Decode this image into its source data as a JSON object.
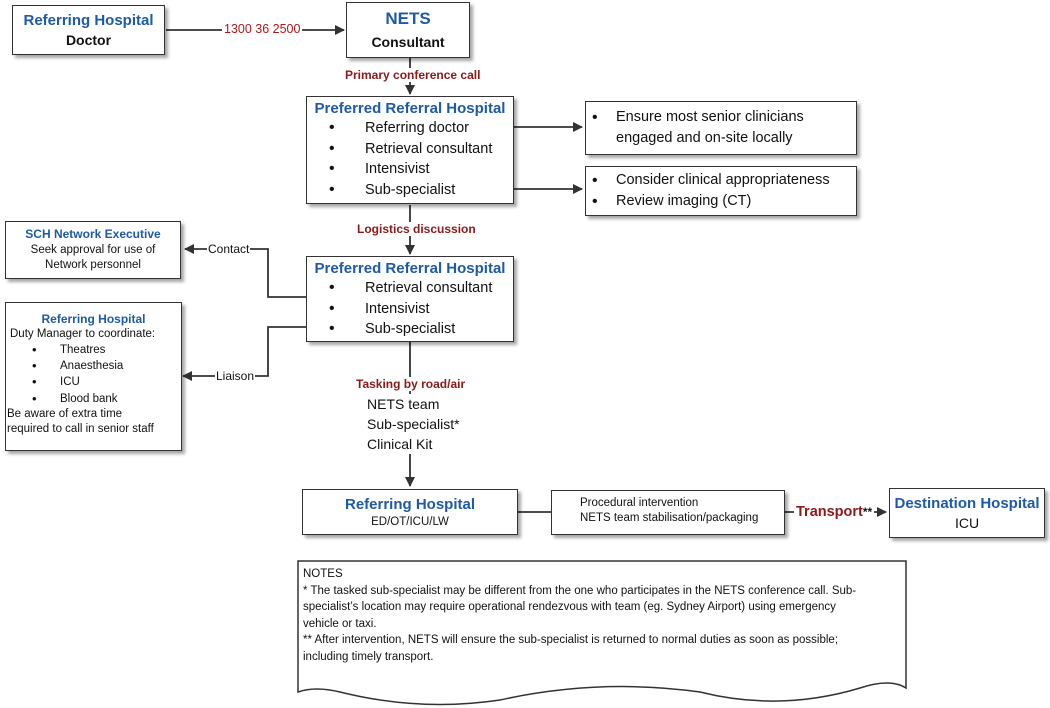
{
  "referring_doctor": {
    "title": "Referring Hospital",
    "subtitle": "Doctor"
  },
  "phone": "1300 36 2500",
  "nets": {
    "title": "NETS",
    "subtitle": "Consultant"
  },
  "primary_call": "Primary conference call",
  "prh1": {
    "title": "Preferred Referral Hospital",
    "items": [
      "Referring doctor",
      "Retrieval consultant",
      "Intensivist",
      "Sub-specialist"
    ]
  },
  "note_engage": [
    "Ensure most senior clinicians engaged and on-site locally"
  ],
  "note_clinical": [
    "Consider clinical appropriateness",
    "Review imaging (CT)"
  ],
  "logistics": "Logistics discussion",
  "sch": {
    "title": "SCH Network Executive",
    "lines": [
      "Seek approval for use of",
      "Network personnel"
    ]
  },
  "contact": "Contact",
  "prh2": {
    "title": "Preferred Referral Hospital",
    "items": [
      "Retrieval consultant",
      "Intensivist",
      "Sub-specialist"
    ]
  },
  "ref_hospital_left": {
    "title": "Referring Hospital",
    "intro": "Duty Manager to coordinate:",
    "items": [
      "Theatres",
      "Anaesthesia",
      "ICU",
      "Blood bank"
    ],
    "footer": [
      "Be aware of extra time",
      "required to call in senior staff"
    ]
  },
  "liaison": "Liaison",
  "tasking": {
    "title": "Tasking by road/air",
    "lines": [
      "NETS team",
      "Sub-specialist*",
      "Clinical Kit"
    ]
  },
  "ref_hospital_bottom": {
    "title": "Referring Hospital",
    "subtitle": "ED/OT/ICU/LW"
  },
  "procedural": [
    "Procedural intervention",
    "NETS team stabilisation/packaging"
  ],
  "transport": "Transport",
  "transport_suffix": "**",
  "destination": {
    "title": "Destination Hospital",
    "subtitle": "ICU"
  },
  "notes": {
    "heading": "NOTES",
    "lines": [
      "* The tasked sub-specialist may be different from the one who participates in the NETS conference call. Sub-",
      "specialist’s location may require operational rendezvous with team (eg. Sydney Airport) using emergency",
      "vehicle or taxi.",
      "** After intervention, NETS will ensure the sub-specialist is returned to normal duties as soon as possible;",
      "including timely transport."
    ]
  }
}
